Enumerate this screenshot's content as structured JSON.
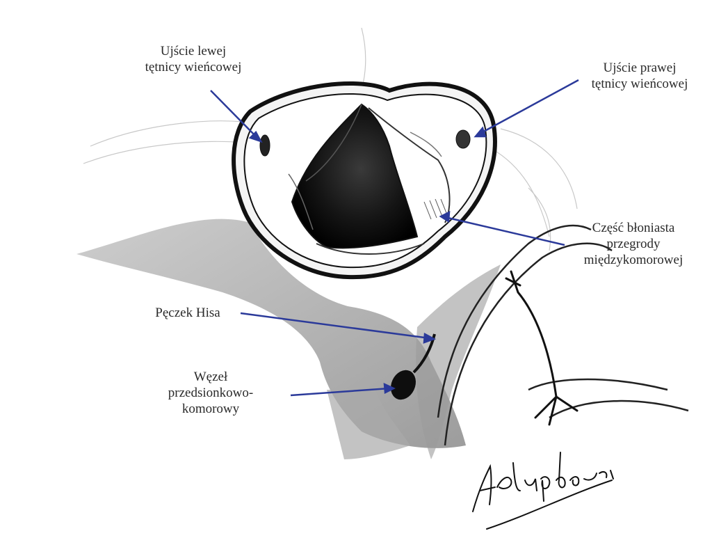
{
  "labels": {
    "left_coronary": {
      "line1": "Ujście lewej",
      "line2": "tętnicy wieńcowej"
    },
    "right_coronary": {
      "line1": "Ujście prawej",
      "line2": "tętnicy wieńcowej"
    },
    "membranous_septum": {
      "line1": "Część błoniasta",
      "line2": "przegrody",
      "line3": "międzykomorowej"
    },
    "bundle_of_his": {
      "line1": "Pęczek Hisa"
    },
    "av_node": {
      "line1": "Węzeł",
      "line2": "przedsionkowo-",
      "line3": "komorowy"
    }
  },
  "signature": "AKlupkowski",
  "colors": {
    "pointer": "#2b3a9a",
    "ink": "#111111",
    "shade": "#8a8a8a",
    "background": "#ffffff"
  }
}
